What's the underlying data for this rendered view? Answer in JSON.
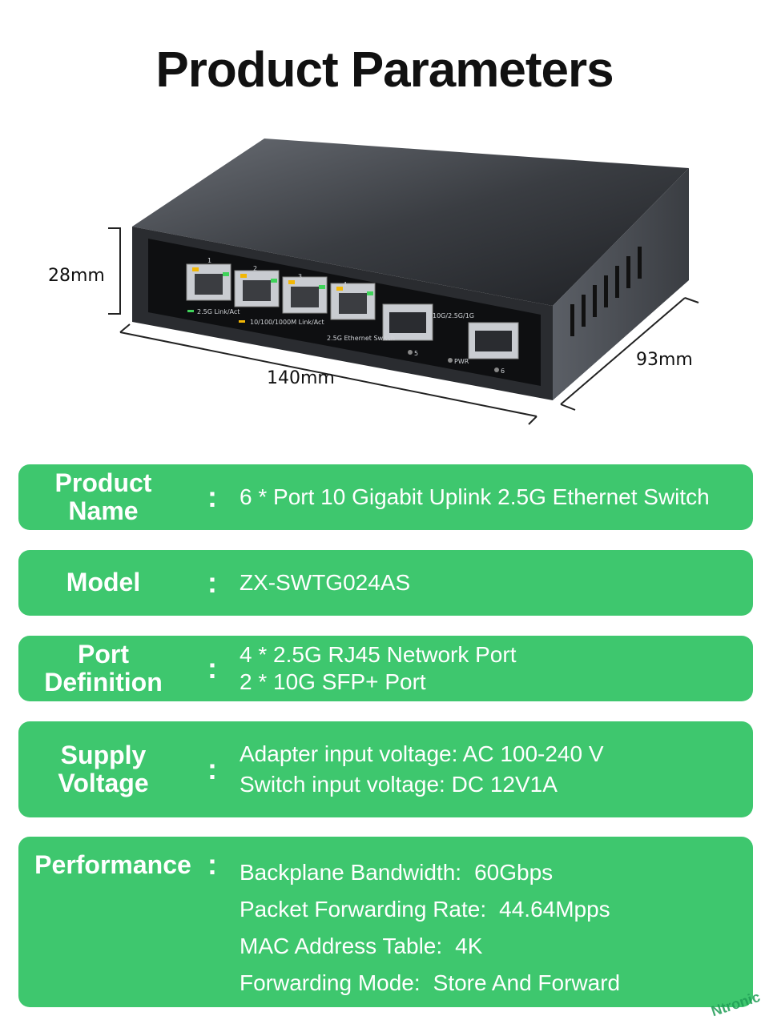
{
  "page": {
    "title": "Product Parameters"
  },
  "dimensions": {
    "height": "28mm",
    "width": "140mm",
    "depth": "93mm"
  },
  "device": {
    "port_numbers": [
      "1",
      "2",
      "3",
      "4"
    ],
    "legend_link": "2.5G Link/Act",
    "legend_speed": "10/100/1000M Link/Act",
    "model_label": "2.5G Ethernet Switch",
    "sfp_label": "10G/2.5G/1G",
    "sfp_port_5": "5",
    "sfp_port_6": "6",
    "pwr_label": "PWR"
  },
  "specs": {
    "product_name": {
      "label": "Product Name",
      "colon": ":",
      "value": "6 * Port 10 Gigabit Uplink 2.5G Ethernet Switch"
    },
    "model": {
      "label": "Model",
      "colon": ":",
      "value": "ZX-SWTG024AS"
    },
    "port_definition": {
      "label": "Port Definition",
      "colon": ":",
      "lines": [
        "4 * 2.5G RJ45 Network Port",
        "2 * 10G SFP+ Port"
      ]
    },
    "supply_voltage": {
      "label": "Supply Voltage",
      "colon": ":",
      "lines": [
        "Adapter input voltage: AC 100-240 V",
        "Switch input voltage: DC 12V1A"
      ]
    },
    "performance": {
      "label": "Performance",
      "colon": ":",
      "rows": [
        {
          "key": "Backplane Bandwidth:",
          "value": "60Gbps"
        },
        {
          "key": "Packet Forwarding Rate:",
          "value": "44.64Mpps"
        },
        {
          "key": "MAC Address Table:",
          "value": "4K"
        },
        {
          "key": "Forwarding Mode:",
          "value": "Store And Forward"
        }
      ]
    }
  },
  "watermark": "Ntronic",
  "colors": {
    "card": "#3ec76e",
    "text": "#111111",
    "device": "#2a2c30"
  }
}
